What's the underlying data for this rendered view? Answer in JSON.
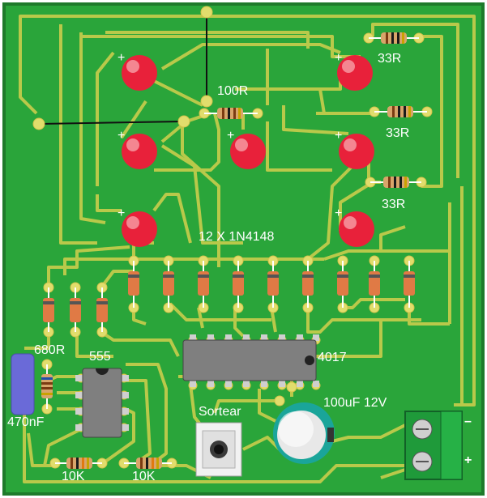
{
  "board": {
    "pcb_color": "#2aa53a",
    "trace_color": "#b9c94a",
    "pad_color": "#e1dd6c",
    "led_color": "#e8213a"
  },
  "labels": {
    "res_100r": "100R",
    "res_33r_1": "33R",
    "res_33r_2": "33R",
    "res_33r_3": "33R",
    "diodes": "12 X 1N4148",
    "res_680r": "680R",
    "ic_555": "555",
    "ic_4017": "4017",
    "cap_100uf": "100uF 12V",
    "cap_470nf": "470nF",
    "button": "Sortear",
    "res_10k_1": "10K",
    "res_10k_2": "10K",
    "minus": "–",
    "plus": "+"
  },
  "led_marks": [
    "+",
    "+",
    "+",
    "+",
    "+",
    "+",
    "+"
  ]
}
